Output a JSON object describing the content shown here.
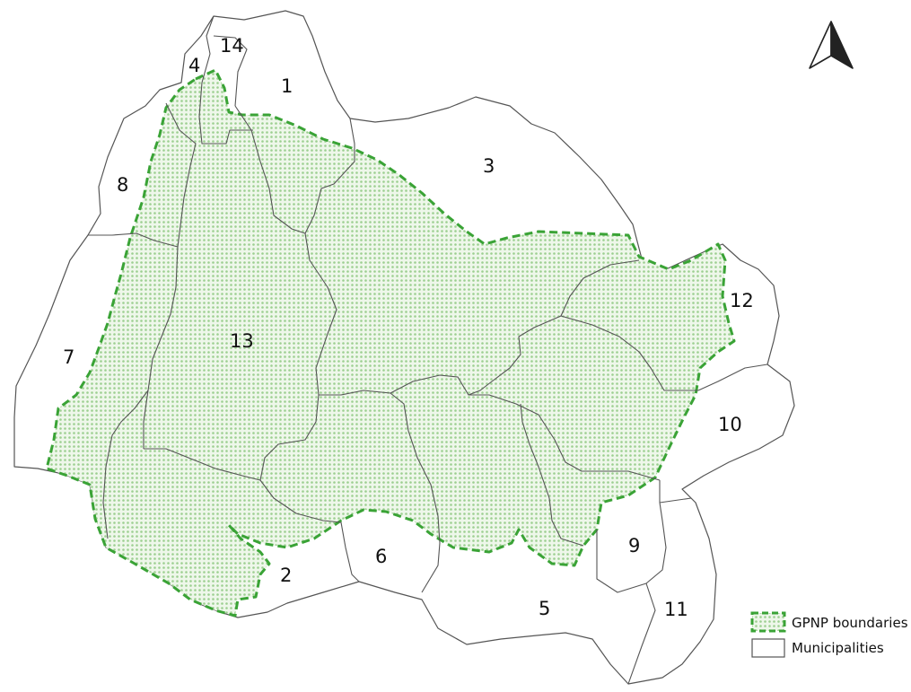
{
  "colors": {
    "park_stroke": "#3aa336",
    "park_fill_dot": "#9ccf90",
    "municipality_stroke": "#555555"
  },
  "north_arrow_icon": "north-arrow-icon",
  "municipalities": [
    {
      "id": "1",
      "label": "1"
    },
    {
      "id": "2",
      "label": "2"
    },
    {
      "id": "3",
      "label": "3"
    },
    {
      "id": "4",
      "label": "4"
    },
    {
      "id": "5",
      "label": "5"
    },
    {
      "id": "6",
      "label": "6"
    },
    {
      "id": "7",
      "label": "7"
    },
    {
      "id": "8",
      "label": "8"
    },
    {
      "id": "9",
      "label": "9"
    },
    {
      "id": "10",
      "label": "10"
    },
    {
      "id": "11",
      "label": "11"
    },
    {
      "id": "12",
      "label": "12"
    },
    {
      "id": "13",
      "label": "13"
    },
    {
      "id": "14",
      "label": "14"
    }
  ],
  "legend": {
    "park": "GPNP boundaries",
    "municipalities": "Municipalities"
  }
}
